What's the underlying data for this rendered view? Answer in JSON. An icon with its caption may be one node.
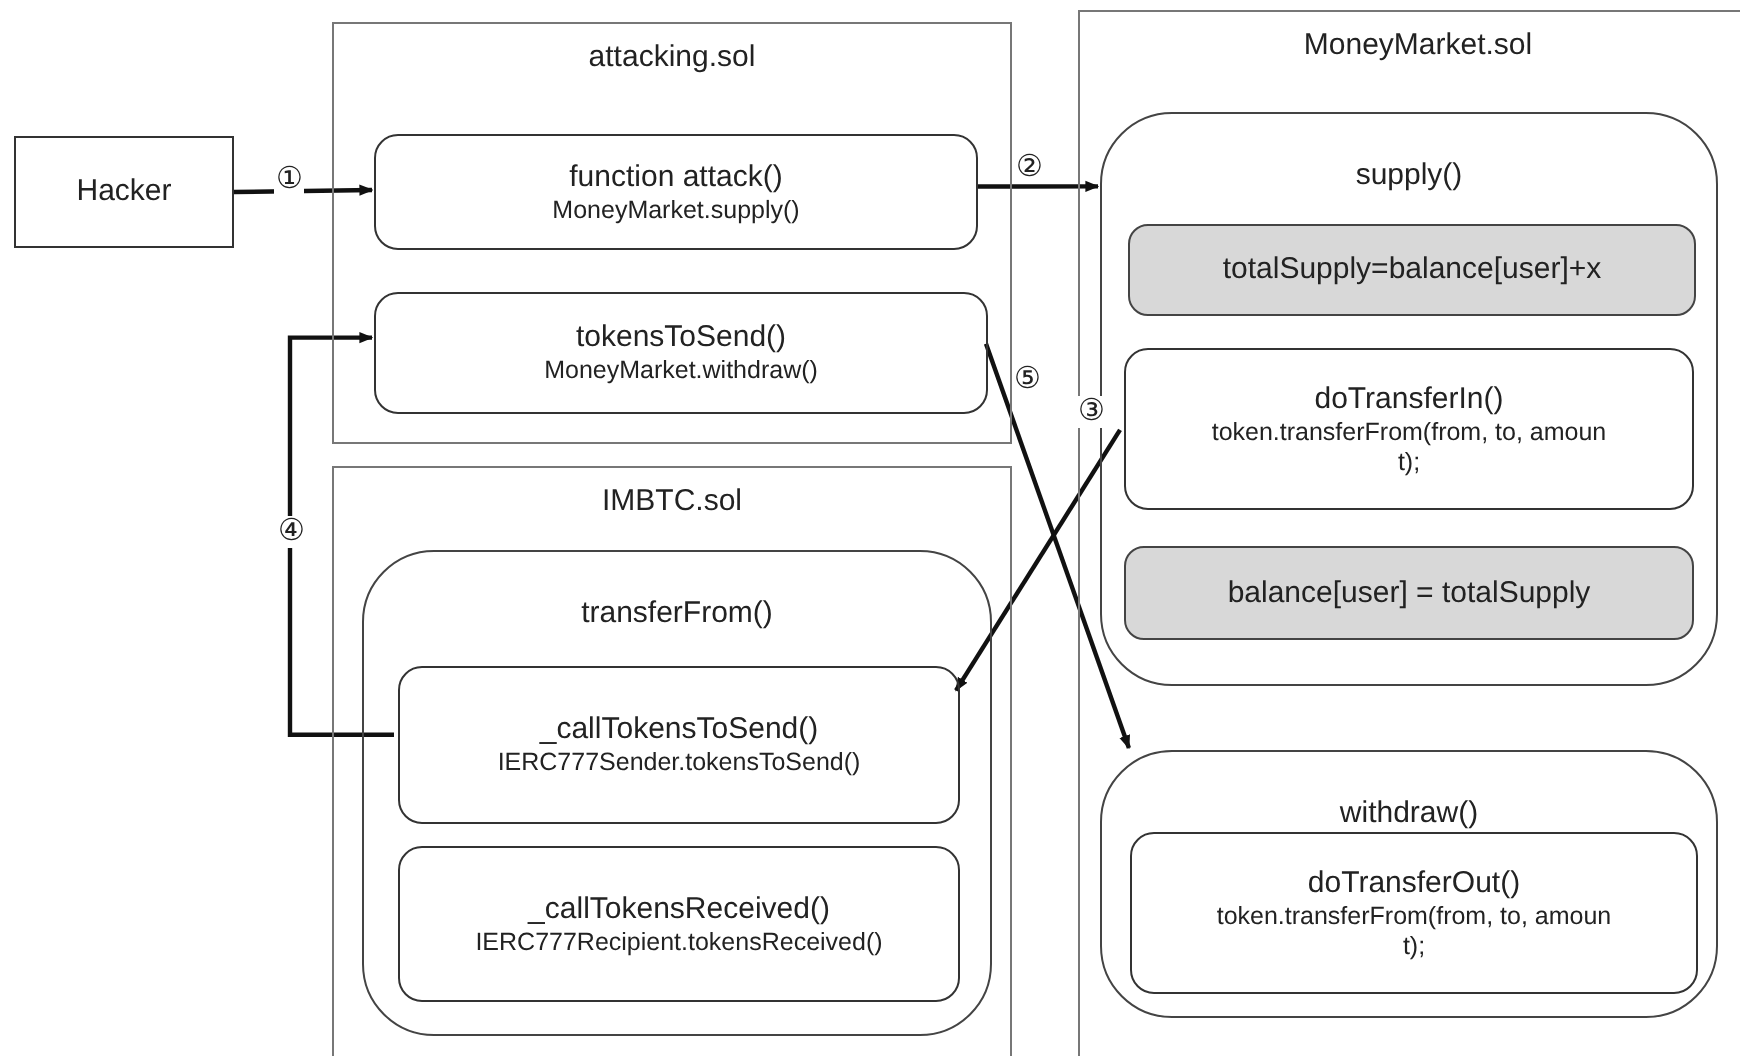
{
  "diagram": {
    "nodes": [
      {
        "text": [
          "Hacker"
        ]
      },
      {
        "text": [
          "attacking.sol"
        ]
      },
      {
        "text": [
          "function attack()",
          "MoneyMarket.supply()"
        ],
        "in": 1
      },
      {
        "text": [
          "tokensToSend()",
          "MoneyMarket.withdraw()"
        ],
        "in": 1
      },
      {
        "text": [
          "IMBTC.sol"
        ]
      },
      {
        "text": [
          "transferFrom()"
        ],
        "in": 4
      },
      {
        "text": [
          "_callTokensToSend()",
          "IERC777Sender.tokensToSend()"
        ],
        "in": 5
      },
      {
        "text": [
          "_callTokensReceived()",
          "IERC777Recipient.tokensReceived()"
        ],
        "in": 5
      },
      {
        "text": [
          "MoneyMarket.sol"
        ]
      },
      {
        "text": [
          "supply()"
        ],
        "in": 8
      },
      {
        "text": [
          "totalSupply=balance[user]+x"
        ],
        "in": 9
      },
      {
        "text": [
          "doTransferIn()",
          "token.transferFrom(from, to, amount);"
        ],
        "in": 9
      },
      {
        "text": [
          "balance[user] = totalSupply"
        ],
        "in": 9
      },
      {
        "text": [
          "withdraw()"
        ],
        "in": 8
      },
      {
        "text": [
          "doTransferOut()",
          "token.transferFrom(from, to, amount);"
        ],
        "in": 13
      }
    ],
    "edges": [
      {
        "from": 0,
        "to": 2,
        "arrow": "to",
        "label": "①"
      },
      {
        "from": 2,
        "to": 9,
        "arrow": "to",
        "label": "②"
      },
      {
        "from": 11,
        "to": 6,
        "arrow": "to",
        "label": "③"
      },
      {
        "from": 6,
        "to": 3,
        "arrow": "to",
        "label": "④"
      },
      {
        "from": 3,
        "to": 13,
        "arrow": "to",
        "label": "⑤"
      }
    ]
  }
}
